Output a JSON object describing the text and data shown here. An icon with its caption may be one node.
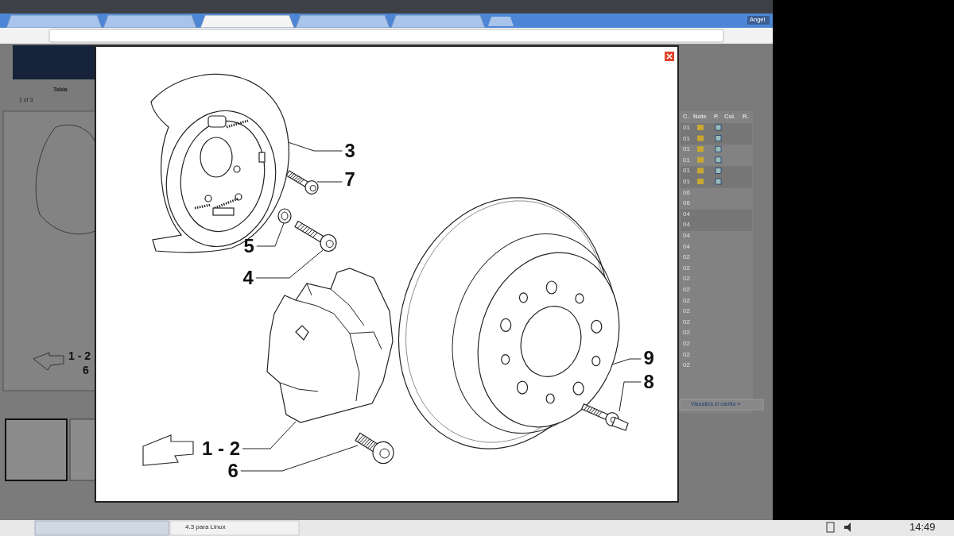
{
  "diagram": {
    "nodes": [
      {
        "text": [
          "3"
        ]
      },
      {
        "text": [],
        "shape": "picture"
      },
      {
        "text": [
          "7"
        ]
      },
      {
        "text": [],
        "shape": "picture"
      },
      {
        "text": [
          "5"
        ]
      },
      {
        "text": [],
        "shape": "picture"
      },
      {
        "text": [
          "4"
        ]
      },
      {
        "text": [],
        "shape": "picture"
      },
      {
        "text": [
          "1 - 2"
        ]
      },
      {
        "text": [],
        "shape": "picture"
      },
      {
        "text": [
          "6"
        ]
      },
      {
        "text": [],
        "shape": "picture"
      },
      {
        "text": [
          "9"
        ]
      },
      {
        "text": [],
        "shape": "picture"
      },
      {
        "text": [
          "8"
        ]
      },
      {
        "text": [],
        "shape": "picture"
      }
    ],
    "edges": [
      {
        "from": 0,
        "to": 1,
        "arrow": "none"
      },
      {
        "from": 2,
        "to": 3,
        "arrow": "none"
      },
      {
        "from": 4,
        "to": 5,
        "arrow": "none"
      },
      {
        "from": 6,
        "to": 7,
        "arrow": "none"
      },
      {
        "from": 8,
        "to": 9,
        "arrow": "none"
      },
      {
        "from": 10,
        "to": 11,
        "arrow": "none"
      },
      {
        "from": 12,
        "to": 13,
        "arrow": "none"
      },
      {
        "from": 14,
        "to": 15,
        "arrow": "none"
      }
    ],
    "labels": [
      "Angel",
      "Tabla",
      "1 of 3",
      "1 - 2",
      "6",
      "C.",
      "Note",
      "P.",
      "Col.",
      "R.",
      "01",
      "01",
      "01",
      "01",
      "01",
      "01",
      "06",
      "06",
      "04",
      "04",
      "04",
      "04",
      "02",
      "02",
      "02",
      "02",
      "02",
      "02",
      "02",
      "02",
      "02",
      "02",
      "02",
      "Visualiza el carrito »",
      "4.3 para Linux",
      "14:49"
    ]
  }
}
